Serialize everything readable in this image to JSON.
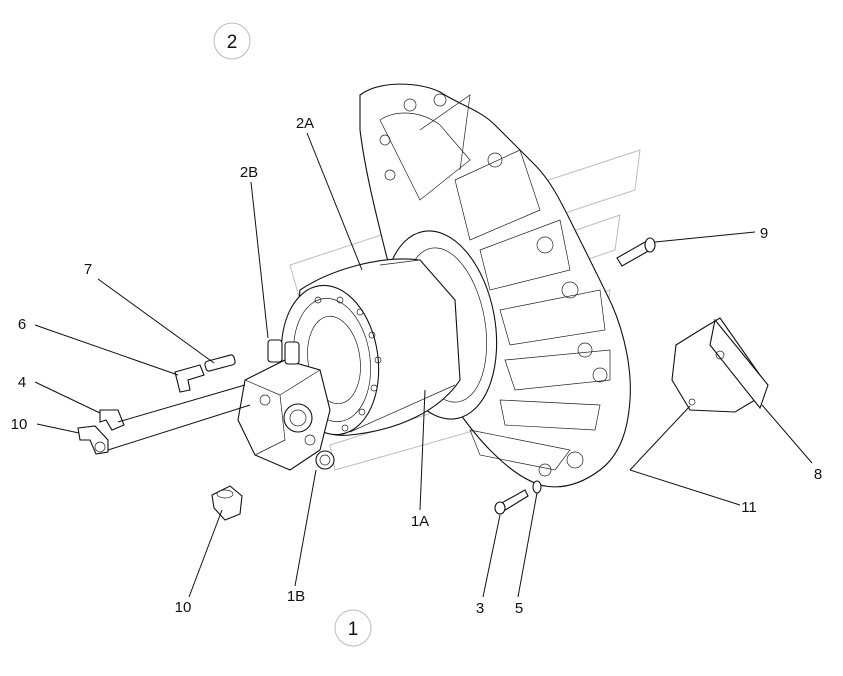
{
  "diagram": {
    "assembly_numbers": {
      "top": "2",
      "bottom": "1"
    },
    "labels": {
      "l2A": "2A",
      "l2B": "2B",
      "l7": "7",
      "l6": "6",
      "l4": "4",
      "l10a": "10",
      "l10b": "10",
      "l1B": "1B",
      "l1A": "1A",
      "l3": "3",
      "l5": "5",
      "l11": "11",
      "l8": "8",
      "l9": "9"
    },
    "colors": {
      "line": "#111111",
      "watermark": "#bdbdbd",
      "background": "#ffffff"
    }
  }
}
